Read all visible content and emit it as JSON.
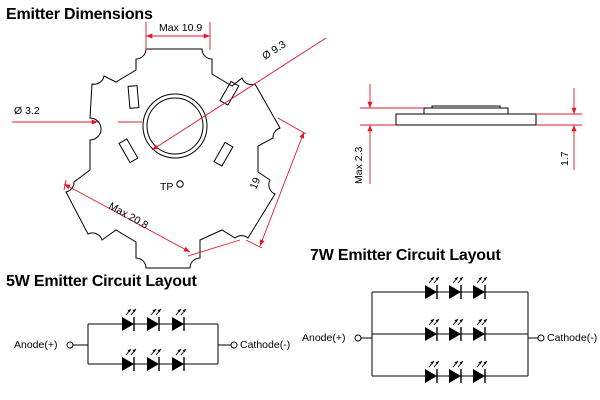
{
  "headings": {
    "emitter_dimensions": "Emitter Dimensions",
    "circuit_5w": "5W Emitter Circuit Layout",
    "circuit_7w": "7W Emitter Circuit Layout"
  },
  "dimensions": {
    "max_width": "Max 10.9",
    "lens_diameter": "Ø 9.3",
    "hole_diameter": "Ø 3.2",
    "max_across": "Max 20.8",
    "flat_width": "19",
    "test_point": "TP",
    "max_height": "Max 2.3",
    "board_thickness": "1.7"
  },
  "circuit_5w": {
    "anode": "Anode(+)",
    "cathode": "Cathode(-)",
    "rows": 2,
    "leds_per_row": 3
  },
  "circuit_7w": {
    "anode": "Anode(+)",
    "cathode": "Cathode(-)",
    "rows": 3,
    "leds_per_row": 3
  },
  "colors": {
    "dimension_line": "#e0182a",
    "outline": "#000000"
  }
}
